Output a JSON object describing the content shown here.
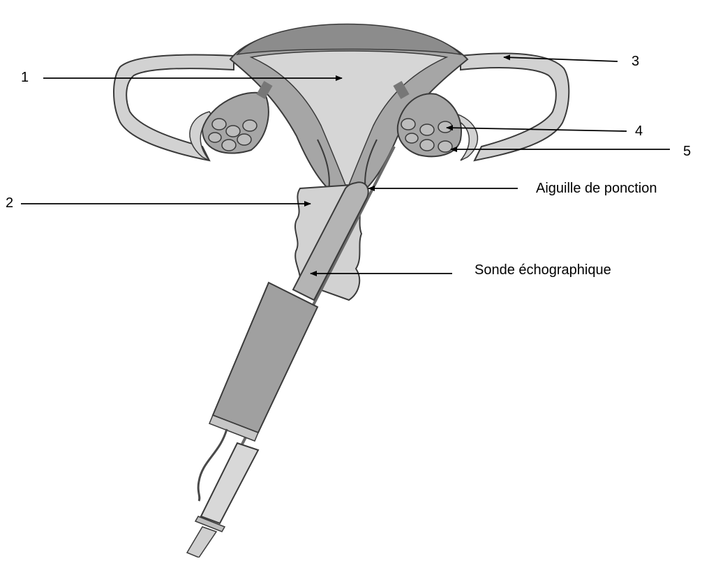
{
  "labels": {
    "l1": "1",
    "l2": "2",
    "l3": "3",
    "l4": "4",
    "l5": "5",
    "needle": "Aiguille de ponction",
    "probe": "Sonde échographique"
  },
  "colors": {
    "tissue_light": "#d2d2d2",
    "tissue_mid": "#a6a6a6",
    "tissue_dark": "#8c8c8c",
    "outline": "#3a3a3a",
    "follicle": "#bdbdbd",
    "probe_body": "#b4b4b4",
    "background": "#ffffff"
  }
}
